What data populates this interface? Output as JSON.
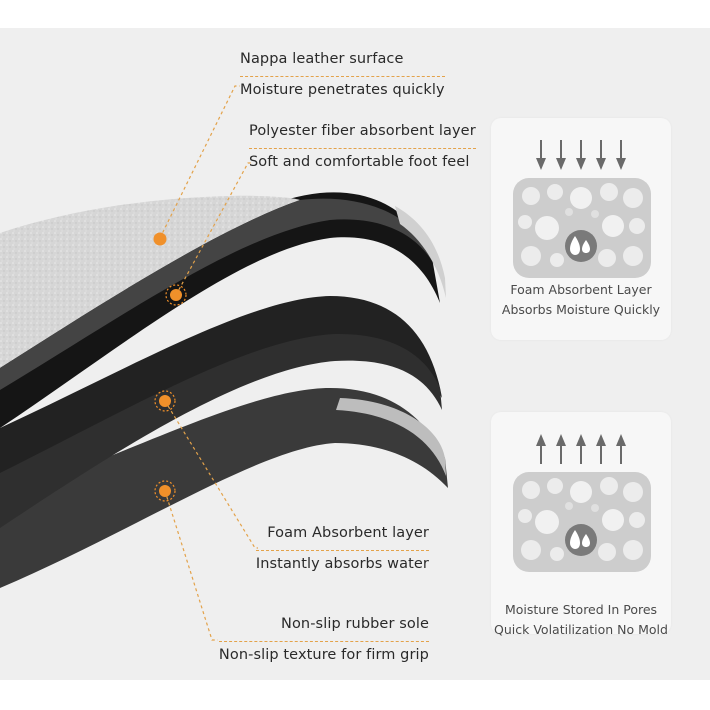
{
  "callouts": {
    "nappa": {
      "title": "Nappa leather surface",
      "subtitle": "Moisture penetrates quickly"
    },
    "polyester": {
      "title": "Polyester fiber absorbent layer",
      "subtitle": "Soft and comfortable foot feel"
    },
    "foam": {
      "title": "Foam Absorbent layer",
      "subtitle": "Instantly absorbs water"
    },
    "rubber": {
      "title": "Non-slip rubber sole",
      "subtitle": "Non-slip texture for firm grip"
    }
  },
  "cards": {
    "absorb": {
      "line1": "Foam Absorbent Layer",
      "line2": "Absorbs Moisture Quickly",
      "arrow_direction": "down",
      "icon": "water-drops-icon"
    },
    "store": {
      "line1": "Moisture Stored In Pores",
      "line2": "Quick Volatilization No Mold",
      "arrow_direction": "up",
      "icon": "water-drops-icon"
    }
  },
  "colors": {
    "accent": "#f0902a",
    "leader": "#e3a24a",
    "surface": "#d9d9d9",
    "layer_dark": "#2b2b2b",
    "layer_black": "#1a1a1a",
    "card_bg": "#f7f7f7",
    "foam_gray": "#c9c9c9"
  }
}
